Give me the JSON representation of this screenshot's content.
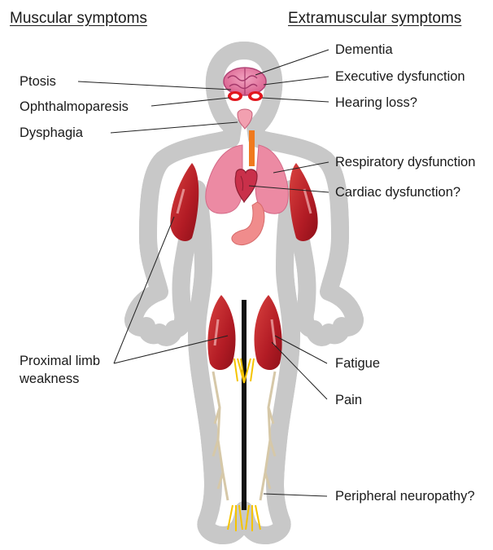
{
  "headers": {
    "left": "Muscular symptoms",
    "right": "Extramuscular symptoms"
  },
  "muscular": {
    "ptosis": "Ptosis",
    "ophthalmoparesis": "Ophthalmoparesis",
    "dysphagia": "Dysphagia",
    "proximal_line1": "Proximal limb",
    "proximal_line2": "weakness"
  },
  "extramuscular": {
    "dementia": "Dementia",
    "executive": "Executive dysfunction",
    "hearing": "Hearing loss?",
    "respiratory": "Respiratory dysfunction",
    "cardiac": "Cardiac dysfunction?",
    "fatigue": "Fatigue",
    "pain": "Pain",
    "neuropathy": "Peripheral neuropathy?"
  },
  "colors": {
    "body_outline": "#111111",
    "body_halo": "#c8c8c8",
    "brain": "#e77fa4",
    "lung": "#ec8aa3",
    "heart": "#c9304a",
    "stomach": "#f08c8c",
    "muscle": "#c3262e",
    "esophagus": "#f07a1e",
    "eye": "#e2161d",
    "nerve": "#f5c400"
  }
}
